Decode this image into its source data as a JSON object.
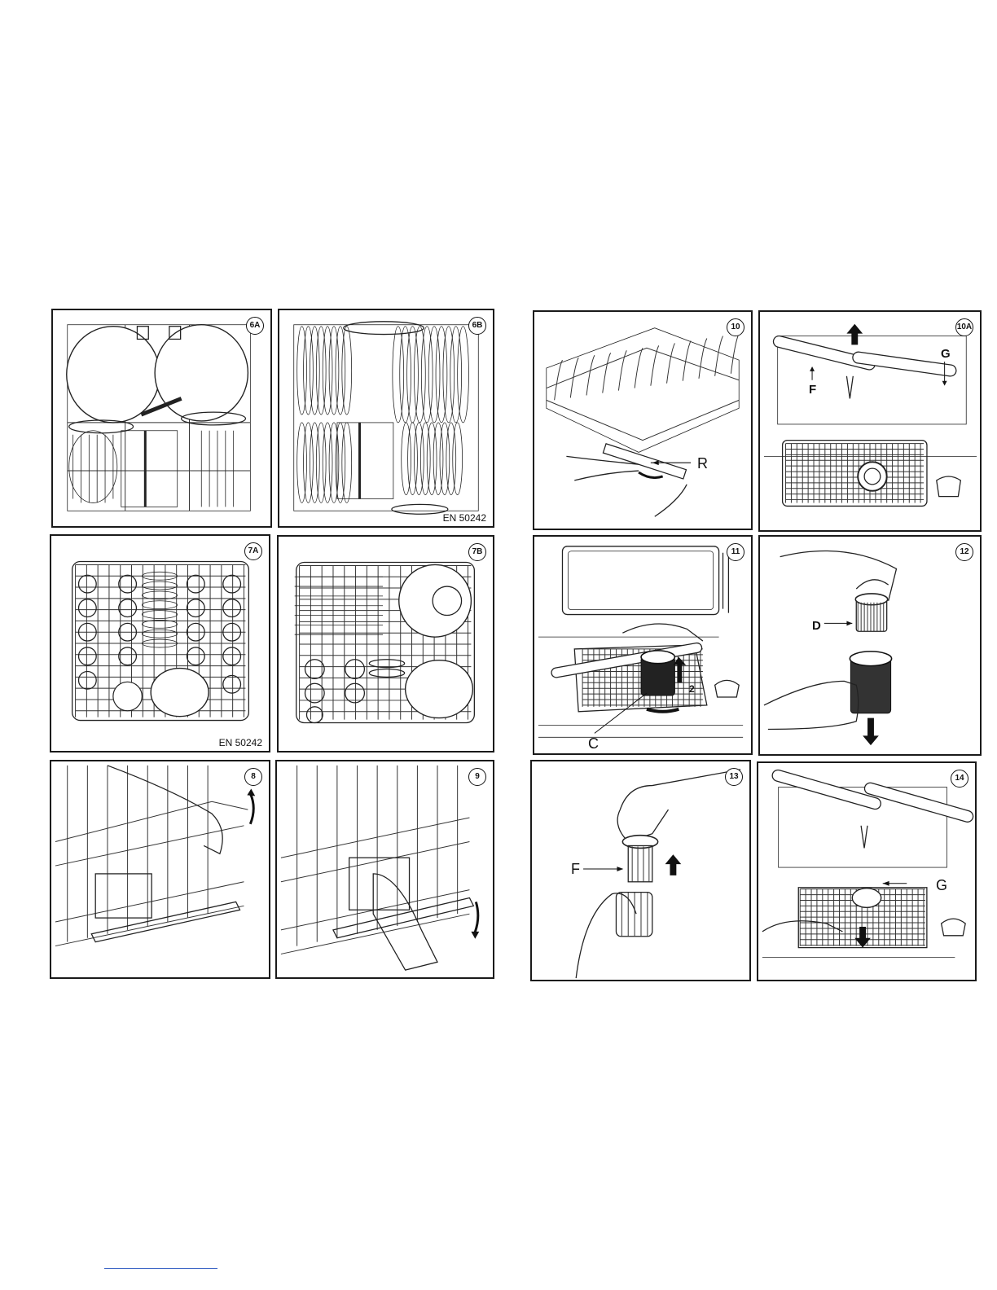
{
  "panels": {
    "p6a": {
      "badge": "6A"
    },
    "p6b": {
      "badge": "6B",
      "code": "EN 50242"
    },
    "p7a": {
      "badge": "7A",
      "code": "EN 50242"
    },
    "p7b": {
      "badge": "7B"
    },
    "p8": {
      "badge": "8"
    },
    "p9": {
      "badge": "9"
    },
    "p10": {
      "badge": "10",
      "label_r": "R"
    },
    "p10a": {
      "badge": "10A",
      "label_f": "F",
      "label_g": "G"
    },
    "p11": {
      "badge": "11",
      "label_c": "C",
      "label_2": "2"
    },
    "p12": {
      "badge": "12",
      "label_d": "D"
    },
    "p13": {
      "badge": "13",
      "label_f": "F"
    },
    "p14": {
      "badge": "14",
      "label_g": "G"
    }
  },
  "colors": {
    "ink": "#222222",
    "footer_line": "#3a63c5"
  }
}
